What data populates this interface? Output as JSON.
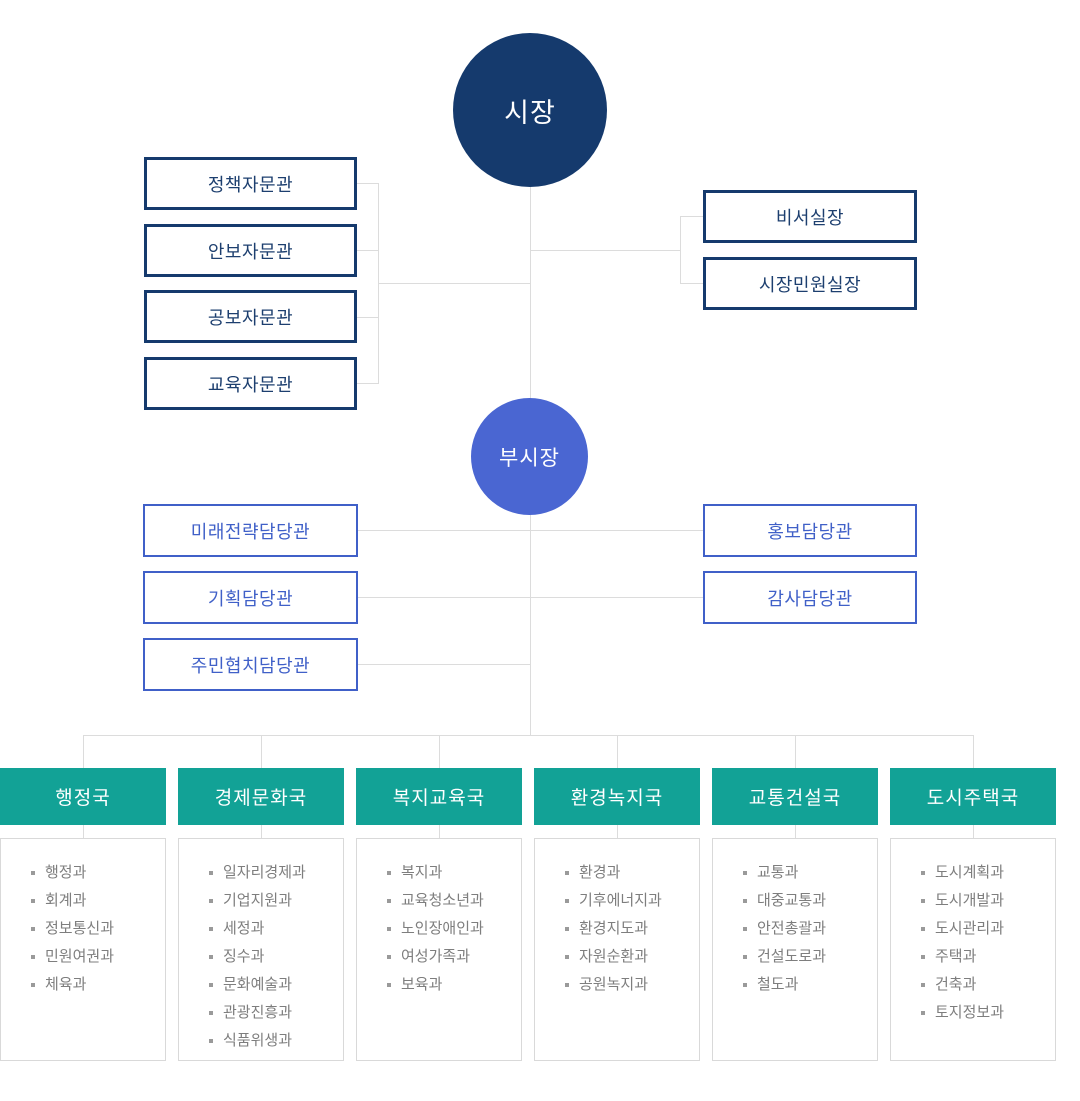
{
  "org_chart": {
    "mayor": "시장",
    "deputy_mayor": "부시장",
    "mayor_advisors": [
      "정책자문관",
      "안보자문관",
      "공보자문관",
      "교육자문관"
    ],
    "mayor_offices": [
      "비서실장",
      "시장민원실장"
    ],
    "deputy_staff_left": [
      "미래전략담당관",
      "기획담당관",
      "주민협치담당관"
    ],
    "deputy_staff_right": [
      "홍보담당관",
      "감사담당관"
    ],
    "bureaus": [
      {
        "name": "행정국",
        "departments": [
          "행정과",
          "회계과",
          "정보통신과",
          "민원여권과",
          "체육과"
        ]
      },
      {
        "name": "경제문화국",
        "departments": [
          "일자리경제과",
          "기업지원과",
          "세정과",
          "징수과",
          "문화예술과",
          "관광진흥과",
          "식품위생과"
        ]
      },
      {
        "name": "복지교육국",
        "departments": [
          "복지과",
          "교육청소년과",
          "노인장애인과",
          "여성가족과",
          "보육과"
        ]
      },
      {
        "name": "환경녹지국",
        "departments": [
          "환경과",
          "기후에너지과",
          "환경지도과",
          "자원순환과",
          "공원녹지과"
        ]
      },
      {
        "name": "교통건설국",
        "departments": [
          "교통과",
          "대중교통과",
          "안전총괄과",
          "건설도로과",
          "철도과"
        ]
      },
      {
        "name": "도시주택국",
        "departments": [
          "도시계획과",
          "도시개발과",
          "도시관리과",
          "주택과",
          "건축과",
          "토지정보과"
        ]
      }
    ]
  },
  "colors": {
    "navy": "#153a6d",
    "royal": "#4a66d2",
    "blue": "#4060c8",
    "teal": "#12a296",
    "line": "#dcdcdc",
    "gray_text": "#7e7e7e",
    "list_border": "#d9d9d9",
    "bullet": "#9a9a9a"
  }
}
